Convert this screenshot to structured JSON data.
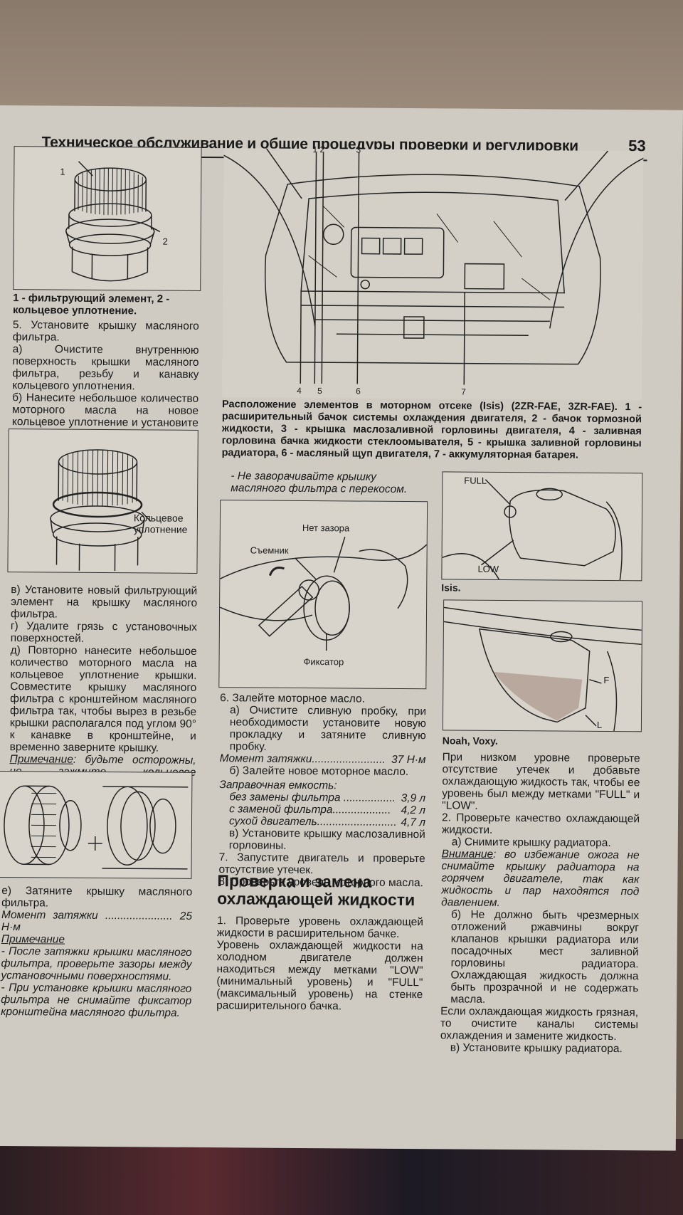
{
  "header": {
    "title": "Техническое обслуживание и общие процедуры проверки и регулировки",
    "page": "53"
  },
  "fig1": {
    "caption": "1 - фильтрующий элемент, 2 - кольцевое уплотнение.",
    "label1": "1",
    "label2": "2"
  },
  "left1": {
    "l1": "5. Установите крышку масляного фильтра.",
    "l2": "а) Очистите внутреннюю поверхность крышки масляного фильтра, резьбу и канавку кольцевого уплотнения.",
    "l3": "б) Нанесите небольшое количество моторного масла на новое кольцевое уплотнение и установите его на крышку."
  },
  "fig2": {
    "label": "Кольцевое уплотнение"
  },
  "left2": {
    "l1": "в) Установите новый фильтрующий элемент на крышку масляного фильтра.",
    "l2": "г) Удалите грязь с установочных поверхностей.",
    "l3": "д) Повторно нанесите небольшое количество моторного масла на кольцевое уплотнение крышки. Совместите крышку масляного фильтра с кронштейном масляного фильтра так, чтобы вырез в резьбе крышки располагался под углом 90° к канавке в кронштейне, и временно заверните крышку.",
    "note_label": "Примечание",
    "note_text": ": будьте осторожны, не зажмите кольцевое уплотнение."
  },
  "left3": {
    "l1": "е) Затяните крышку масляного фильтра.",
    "torque_label": "Момент затяжки",
    "torque_dots": " ......................",
    "torque_value": " 25 Н·м",
    "note_label": "Примечание",
    "note1": "- После затяжки крышки масляного фильтра, проверьте зазоры между установочными поверхностями.",
    "note2": "- При установке крышки масляного фильтра не снимайте фиксатор кронштейна масляного фильтра."
  },
  "engine": {
    "n1": "1",
    "n2": "2",
    "n3": "3",
    "n4": "4",
    "n5": "5",
    "n6": "6",
    "n7": "7",
    "caption": "Расположение элементов в моторном отсеке (Isis) (2ZR-FAE, 3ZR-FAE). 1 - расширительный бачок системы охлаждения двигателя, 2 - бачок тормозной жидкости, 3 - крышка маслозаливной горловины двигателя, 4 - заливная горловина бачка жидкости стеклоомывателя, 5 - крышка заливной горловины радиатора, 6 - масляный щуп двигателя, 7 - аккумуляторная батарея."
  },
  "mid": {
    "warn": "- Не заворачивайте крышку масляного фильтра с перекосом.",
    "fig_gap": "Нет зазора",
    "fig_tool": "Съемник",
    "fig_lock": "Фиксатор",
    "s6": "6. Залейте моторное масло.",
    "s6a": "а) Очистите сливную пробку, при необходимости установите новую прокладку и затяните сливную пробку.",
    "torque_label": "Момент затяжки",
    "torque_dots": "........................",
    "torque_value": "37 Н·м",
    "s6b": "б) Залейте новое моторное масло.",
    "cap_label": "Заправочная емкость:",
    "cap1": "без замены фильтра",
    "cap1_dots": " .................",
    "cap1_val": "3,9 л",
    "cap2": "с заменой фильтра",
    "cap2_dots": "...................",
    "cap2_val": "4,2 л",
    "cap3": "сухой двигатель",
    "cap3_dots": "..........................",
    "cap3_val": "4,7 л",
    "s6c": "в) Установите крышку маслозаливной горловины.",
    "s7": "7. Запустите двигатель и проверьте отсутствие утечек.",
    "s8": "8. Проверьте уровень моторного масла.",
    "h2": "Проверка и замена охлаждающей жидкости",
    "c1": "1. Проверьте уровень охлаждающей жидкости в расширительном бачке.",
    "c1b": "Уровень охлаждающей жидкости на холодном двигателе должен находиться между метками \"LOW\" (минимальный уровень) и \"FULL\" (максимальный уровень) на стенке расширительного бачка."
  },
  "right": {
    "fig_full": "FULL",
    "fig_low": "LOW",
    "cap_isis": "Isis.",
    "fig_f": "F",
    "fig_l": "L",
    "cap_noah": "Noah, Voxy.",
    "r1": "При низком уровне проверьте отсутствие утечек и добавьте охлаждающую жидкость так, чтобы ее уровень был между метками \"FULL\" и \"LOW\".",
    "r2": "2. Проверьте качество охлаждающей жидкости.",
    "r3": "а) Снимите крышку радиатора.",
    "warn_label": "Внимание",
    "warn_text": ": во избежание ожога не снимайте крышку радиатора на горячем двигателе, так как жидкость и пар находятся под давлением.",
    "r4": "б) Не должно быть чрезмерных отложений ржавчины вокруг клапанов крышки радиатора или посадочных мест заливной горловины радиатора. Охлаждающая жидкость должна быть прозрачной и не содержать масла.",
    "r5": "Если охлаждающая жидкость грязная, то очистите каналы системы охлаждения и замените жидкость.",
    "r6": "в) Установите крышку радиатора."
  }
}
